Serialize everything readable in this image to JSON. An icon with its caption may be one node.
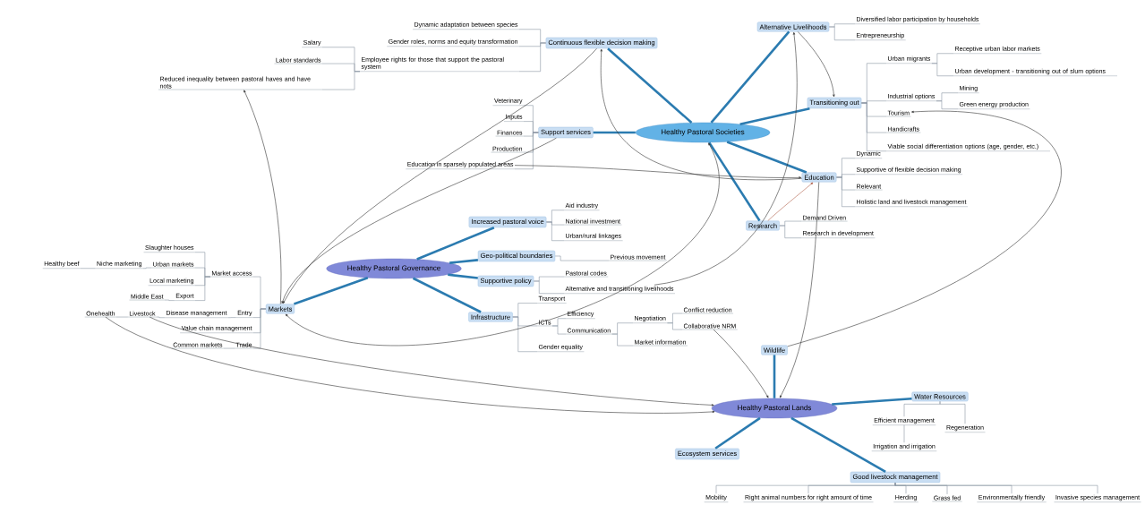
{
  "diagram": {
    "nodes": [
      {
        "text": [
          "Healthy Pastoral Societies"
        ]
      },
      {
        "text": [
          "Healthy Pastoral Governance"
        ]
      },
      {
        "text": [
          "Healthy Pastoral Lands"
        ]
      },
      {
        "text": [
          "Continuous flexible decision making"
        ]
      },
      {
        "text": [
          "Alternative Livelihoods"
        ]
      },
      {
        "text": [
          "Transitioning out"
        ]
      },
      {
        "text": [
          "Support services"
        ]
      },
      {
        "text": [
          "Education"
        ]
      },
      {
        "text": [
          "Research"
        ]
      },
      {
        "text": [
          "Dynamic adaptation between species"
        ]
      },
      {
        "text": [
          "Gender roles, norms and equity transformation"
        ]
      },
      {
        "text": [
          "Employee rights for those that support the pastoral system"
        ]
      },
      {
        "text": [
          "Salary"
        ]
      },
      {
        "text": [
          "Labor standards"
        ]
      },
      {
        "text": [
          "Reduced inequality between pastoral haves and have nots"
        ]
      },
      {
        "text": [
          "Diversified labor participation by households"
        ]
      },
      {
        "text": [
          "Entrepreneurship"
        ]
      },
      {
        "text": [
          "Urban migrants"
        ]
      },
      {
        "text": [
          "Industrial options"
        ]
      },
      {
        "text": [
          "Tourism"
        ]
      },
      {
        "text": [
          "Handicrafts"
        ]
      },
      {
        "text": [
          "Viable social differentiation options (age, gender, etc.)"
        ]
      },
      {
        "text": [
          "Receptive urban labor markets"
        ]
      },
      {
        "text": [
          "Urban development - transitioning out of slum options"
        ]
      },
      {
        "text": [
          "Mining"
        ]
      },
      {
        "text": [
          "Green energy production"
        ]
      },
      {
        "text": [
          "Veterinary"
        ]
      },
      {
        "text": [
          "Inputs"
        ]
      },
      {
        "text": [
          "Finances"
        ]
      },
      {
        "text": [
          "Production"
        ]
      },
      {
        "text": [
          "Education in sparsely populated areas"
        ]
      },
      {
        "text": [
          "Dynamic"
        ]
      },
      {
        "text": [
          "Supportive of flexible decision making"
        ]
      },
      {
        "text": [
          "Relevant"
        ]
      },
      {
        "text": [
          "Holistic land and livestock management"
        ]
      },
      {
        "text": [
          "Demand Driven"
        ]
      },
      {
        "text": [
          "Research in development"
        ]
      },
      {
        "text": [
          "Increased pastoral voice"
        ]
      },
      {
        "text": [
          "Geo-political boundaries"
        ]
      },
      {
        "text": [
          "Supportive policy"
        ]
      },
      {
        "text": [
          "Infrastructure"
        ]
      },
      {
        "text": [
          "Markets"
        ]
      },
      {
        "text": [
          "Aid industry"
        ]
      },
      {
        "text": [
          "National investment"
        ]
      },
      {
        "text": [
          "Urban/rural linkages"
        ]
      },
      {
        "text": [
          "Previous movement"
        ]
      },
      {
        "text": [
          "Pastoral codes"
        ]
      },
      {
        "text": [
          "Alternative and transitioning livelihoods"
        ]
      },
      {
        "text": [
          "Transport"
        ]
      },
      {
        "text": [
          "ICTs"
        ]
      },
      {
        "text": [
          "Gender equality"
        ]
      },
      {
        "text": [
          "Efficiency"
        ]
      },
      {
        "text": [
          "Communication"
        ]
      },
      {
        "text": [
          "Negotiation"
        ]
      },
      {
        "text": [
          "Market information"
        ]
      },
      {
        "text": [
          "Conflict reduction"
        ]
      },
      {
        "text": [
          "Collaborative NRM"
        ]
      },
      {
        "text": [
          "Market access"
        ]
      },
      {
        "text": [
          "Entry"
        ]
      },
      {
        "text": [
          "Value chain management"
        ]
      },
      {
        "text": [
          "Trade"
        ]
      },
      {
        "text": [
          "Slaughter houses"
        ]
      },
      {
        "text": [
          "Urban markets"
        ]
      },
      {
        "text": [
          "Local marketing"
        ]
      },
      {
        "text": [
          "Export"
        ]
      },
      {
        "text": [
          "Niche marketing"
        ]
      },
      {
        "text": [
          "Healthy beef"
        ]
      },
      {
        "text": [
          "Middle East"
        ]
      },
      {
        "text": [
          "Disease management"
        ]
      },
      {
        "text": [
          "Livestock"
        ]
      },
      {
        "text": [
          "Onehealth"
        ]
      },
      {
        "text": [
          "Common markets"
        ]
      },
      {
        "text": [
          "Wildlife"
        ]
      },
      {
        "text": [
          "Water Resources"
        ]
      },
      {
        "text": [
          "Ecosystem services"
        ]
      },
      {
        "text": [
          "Good livestock management"
        ]
      },
      {
        "text": [
          "Efficient management"
        ]
      },
      {
        "text": [
          "Regeneration"
        ]
      },
      {
        "text": [
          "Irrigation and irrigation"
        ]
      },
      {
        "text": [
          "Mobility"
        ]
      },
      {
        "text": [
          "Right animal numbers for right amount of time"
        ]
      },
      {
        "text": [
          "Herding"
        ]
      },
      {
        "text": [
          "Grass fed"
        ]
      },
      {
        "text": [
          "Environmentally friendly"
        ]
      },
      {
        "text": [
          "Invasive species management"
        ]
      }
    ],
    "edges": [
      {
        "from": 0,
        "to": 3,
        "arrow": "none",
        "style": "thick",
        "color": "#2b7bb0"
      },
      {
        "from": 0,
        "to": 4,
        "arrow": "none",
        "style": "thick",
        "color": "#2b7bb0"
      },
      {
        "from": 0,
        "to": 5,
        "arrow": "none",
        "style": "thick",
        "color": "#2b7bb0"
      },
      {
        "from": 0,
        "to": 6,
        "arrow": "none",
        "style": "thick",
        "color": "#2b7bb0"
      },
      {
        "from": 0,
        "to": 7,
        "arrow": "none",
        "style": "thick",
        "color": "#2b7bb0"
      },
      {
        "from": 0,
        "to": 8,
        "arrow": "none",
        "style": "thick",
        "color": "#2b7bb0"
      },
      {
        "from": 1,
        "to": 37,
        "arrow": "none",
        "style": "thick",
        "color": "#2b7bb0"
      },
      {
        "from": 1,
        "to": 38,
        "arrow": "none",
        "style": "thick",
        "color": "#2b7bb0"
      },
      {
        "from": 1,
        "to": 39,
        "arrow": "none",
        "style": "thick",
        "color": "#2b7bb0"
      },
      {
        "from": 1,
        "to": 40,
        "arrow": "none",
        "style": "thick",
        "color": "#2b7bb0"
      },
      {
        "from": 1,
        "to": 41,
        "arrow": "none",
        "style": "thick",
        "color": "#2b7bb0"
      },
      {
        "from": 2,
        "to": 72,
        "arrow": "none",
        "style": "thick",
        "color": "#2b7bb0"
      },
      {
        "from": 2,
        "to": 73,
        "arrow": "none",
        "style": "thick",
        "color": "#2b7bb0"
      },
      {
        "from": 2,
        "to": 74,
        "arrow": "none",
        "style": "thick",
        "color": "#2b7bb0"
      },
      {
        "from": 2,
        "to": 75,
        "arrow": "none",
        "style": "thick",
        "color": "#2b7bb0"
      },
      {
        "from": 3,
        "to": 9,
        "arrow": "none"
      },
      {
        "from": 3,
        "to": 10,
        "arrow": "none"
      },
      {
        "from": 3,
        "to": 11,
        "arrow": "none"
      },
      {
        "from": 11,
        "to": 12,
        "arrow": "none"
      },
      {
        "from": 11,
        "to": 13,
        "arrow": "none"
      },
      {
        "from": 11,
        "to": 14,
        "arrow": "none"
      },
      {
        "from": 4,
        "to": 15,
        "arrow": "none"
      },
      {
        "from": 4,
        "to": 16,
        "arrow": "none"
      },
      {
        "from": 5,
        "to": 17,
        "arrow": "none"
      },
      {
        "from": 5,
        "to": 18,
        "arrow": "none"
      },
      {
        "from": 5,
        "to": 19,
        "arrow": "none"
      },
      {
        "from": 5,
        "to": 20,
        "arrow": "none"
      },
      {
        "from": 5,
        "to": 21,
        "arrow": "none"
      },
      {
        "from": 17,
        "to": 22,
        "arrow": "none"
      },
      {
        "from": 17,
        "to": 23,
        "arrow": "none"
      },
      {
        "from": 18,
        "to": 24,
        "arrow": "none"
      },
      {
        "from": 18,
        "to": 25,
        "arrow": "none"
      },
      {
        "from": 6,
        "to": 26,
        "arrow": "none"
      },
      {
        "from": 6,
        "to": 27,
        "arrow": "none"
      },
      {
        "from": 6,
        "to": 28,
        "arrow": "none"
      },
      {
        "from": 6,
        "to": 29,
        "arrow": "none"
      },
      {
        "from": 6,
        "to": 30,
        "arrow": "none"
      },
      {
        "from": 7,
        "to": 31,
        "arrow": "none"
      },
      {
        "from": 7,
        "to": 32,
        "arrow": "none"
      },
      {
        "from": 7,
        "to": 33,
        "arrow": "none"
      },
      {
        "from": 7,
        "to": 34,
        "arrow": "none"
      },
      {
        "from": 8,
        "to": 35,
        "arrow": "none"
      },
      {
        "from": 8,
        "to": 36,
        "arrow": "none"
      },
      {
        "from": 37,
        "to": 42,
        "arrow": "none"
      },
      {
        "from": 37,
        "to": 43,
        "arrow": "none"
      },
      {
        "from": 37,
        "to": 44,
        "arrow": "none"
      },
      {
        "from": 38,
        "to": 45,
        "arrow": "none"
      },
      {
        "from": 39,
        "to": 46,
        "arrow": "none"
      },
      {
        "from": 39,
        "to": 47,
        "arrow": "none"
      },
      {
        "from": 40,
        "to": 48,
        "arrow": "none"
      },
      {
        "from": 40,
        "to": 49,
        "arrow": "none"
      },
      {
        "from": 40,
        "to": 50,
        "arrow": "none"
      },
      {
        "from": 49,
        "to": 51,
        "arrow": "none"
      },
      {
        "from": 49,
        "to": 52,
        "arrow": "none"
      },
      {
        "from": 52,
        "to": 53,
        "arrow": "none"
      },
      {
        "from": 52,
        "to": 54,
        "arrow": "none"
      },
      {
        "from": 53,
        "to": 55,
        "arrow": "none"
      },
      {
        "from": 53,
        "to": 56,
        "arrow": "none"
      },
      {
        "from": 41,
        "to": 57,
        "arrow": "none"
      },
      {
        "from": 41,
        "to": 58,
        "arrow": "none"
      },
      {
        "from": 41,
        "to": 59,
        "arrow": "none"
      },
      {
        "from": 41,
        "to": 60,
        "arrow": "none"
      },
      {
        "from": 57,
        "to": 61,
        "arrow": "none"
      },
      {
        "from": 57,
        "to": 62,
        "arrow": "none"
      },
      {
        "from": 57,
        "to": 63,
        "arrow": "none"
      },
      {
        "from": 57,
        "to": 64,
        "arrow": "none"
      },
      {
        "from": 62,
        "to": 65,
        "arrow": "none"
      },
      {
        "from": 65,
        "to": 66,
        "arrow": "none"
      },
      {
        "from": 64,
        "to": 67,
        "arrow": "none"
      },
      {
        "from": 58,
        "to": 68,
        "arrow": "none"
      },
      {
        "from": 68,
        "to": 69,
        "arrow": "none"
      },
      {
        "from": 69,
        "to": 70,
        "arrow": "none"
      },
      {
        "from": 60,
        "to": 71,
        "arrow": "none"
      },
      {
        "from": 73,
        "to": 76,
        "arrow": "none"
      },
      {
        "from": 73,
        "to": 77,
        "arrow": "none"
      },
      {
        "from": 76,
        "to": 78,
        "arrow": "none"
      },
      {
        "from": 75,
        "to": 79,
        "arrow": "none"
      },
      {
        "from": 75,
        "to": 80,
        "arrow": "none"
      },
      {
        "from": 75,
        "to": 81,
        "arrow": "none"
      },
      {
        "from": 75,
        "to": 82,
        "arrow": "none"
      },
      {
        "from": 75,
        "to": 83,
        "arrow": "none"
      },
      {
        "from": 75,
        "to": 84,
        "arrow": "none"
      },
      {
        "from": 3,
        "to": 41,
        "arrow": "to",
        "color": "#333333"
      },
      {
        "from": 6,
        "to": 41,
        "arrow": "to",
        "color": "#333333"
      },
      {
        "from": 41,
        "to": 14,
        "arrow": "to",
        "color": "#333333"
      },
      {
        "from": 0,
        "to": 41,
        "arrow": "both",
        "color": "#333333"
      },
      {
        "from": 47,
        "to": 4,
        "arrow": "to",
        "color": "#333333"
      },
      {
        "from": 30,
        "to": 7,
        "arrow": "to",
        "color": "#333333"
      },
      {
        "from": 7,
        "to": 3,
        "arrow": "to",
        "color": "#333333"
      },
      {
        "from": 4,
        "to": 5,
        "arrow": "to",
        "color": "#333333"
      },
      {
        "from": 8,
        "to": 7,
        "arrow": "to",
        "color": "#b0604a"
      },
      {
        "from": 7,
        "to": 2,
        "arrow": "to",
        "color": "#333333"
      },
      {
        "from": 72,
        "to": 19,
        "arrow": "to",
        "color": "#333333"
      },
      {
        "from": 56,
        "to": 2,
        "arrow": "to",
        "color": "#333333"
      },
      {
        "from": 70,
        "to": 2,
        "arrow": "to",
        "color": "#333333"
      },
      {
        "from": 69,
        "to": 2,
        "arrow": "to",
        "color": "#333333"
      }
    ]
  }
}
